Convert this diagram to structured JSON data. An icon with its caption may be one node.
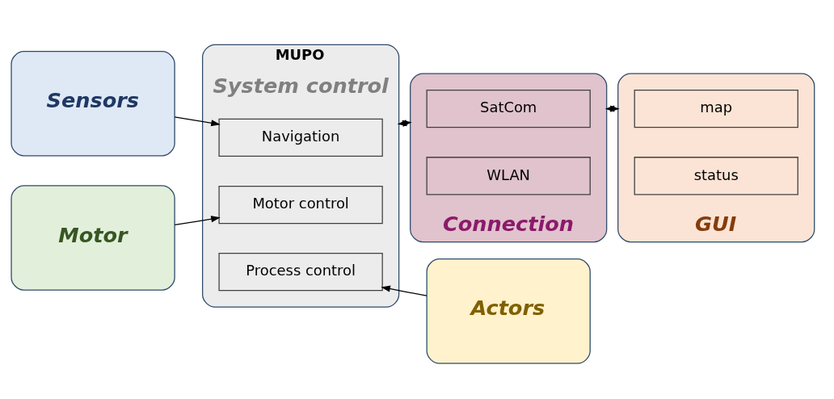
{
  "diagram": {
    "nodes": [
      {
        "text": [
          "Sensors"
        ]
      },
      {
        "text": [
          "Motor"
        ]
      },
      {
        "text": [
          "MUPO",
          "System control"
        ]
      },
      {
        "text": [
          "Navigation"
        ],
        "in": 2
      },
      {
        "text": [
          "Motor control"
        ],
        "in": 2
      },
      {
        "text": [
          "Process control"
        ],
        "in": 2
      },
      {
        "text": [
          "Connection"
        ]
      },
      {
        "text": [
          "SatCom"
        ],
        "in": 6
      },
      {
        "text": [
          "WLAN"
        ],
        "in": 6
      },
      {
        "text": [
          "GUI"
        ]
      },
      {
        "text": [
          "map"
        ],
        "in": 9
      },
      {
        "text": [
          "status"
        ],
        "in": 9
      },
      {
        "text": [
          "Actors"
        ]
      }
    ],
    "edges": [
      {
        "from": 0,
        "to": 3,
        "arrow": "to"
      },
      {
        "from": 1,
        "to": 4,
        "arrow": "to"
      },
      {
        "from": 12,
        "to": 5,
        "arrow": "to"
      },
      {
        "from": 2,
        "to": 6,
        "arrow": "both"
      },
      {
        "from": 6,
        "to": 9,
        "arrow": "both"
      }
    ]
  }
}
